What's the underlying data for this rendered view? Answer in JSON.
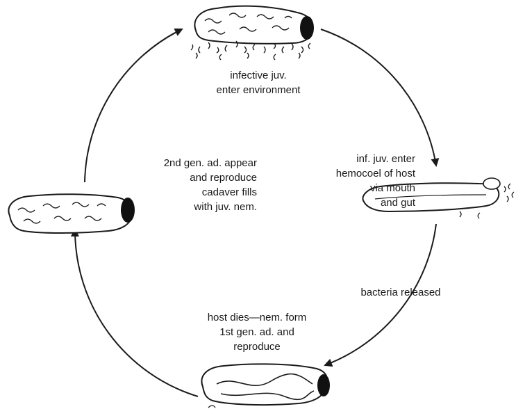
{
  "stages": {
    "top": {
      "lines": [
        "infective juv.",
        "enter environment"
      ]
    },
    "right": {
      "lines": [
        "inf. juv. enter",
        "hemocoel of host",
        "via mouth",
        "and gut"
      ]
    },
    "arc": {
      "label": "bacteria released"
    },
    "bottom": {
      "lines": [
        "host dies—nem. form",
        "1st gen. ad. and",
        "reproduce"
      ]
    },
    "left": {
      "lines": [
        "2nd gen. ad. appear",
        "and reproduce",
        "cadaver fills",
        "with juv. nem."
      ]
    }
  },
  "colors": {
    "ink": "#1a1a1a",
    "background": "#ffffff"
  }
}
